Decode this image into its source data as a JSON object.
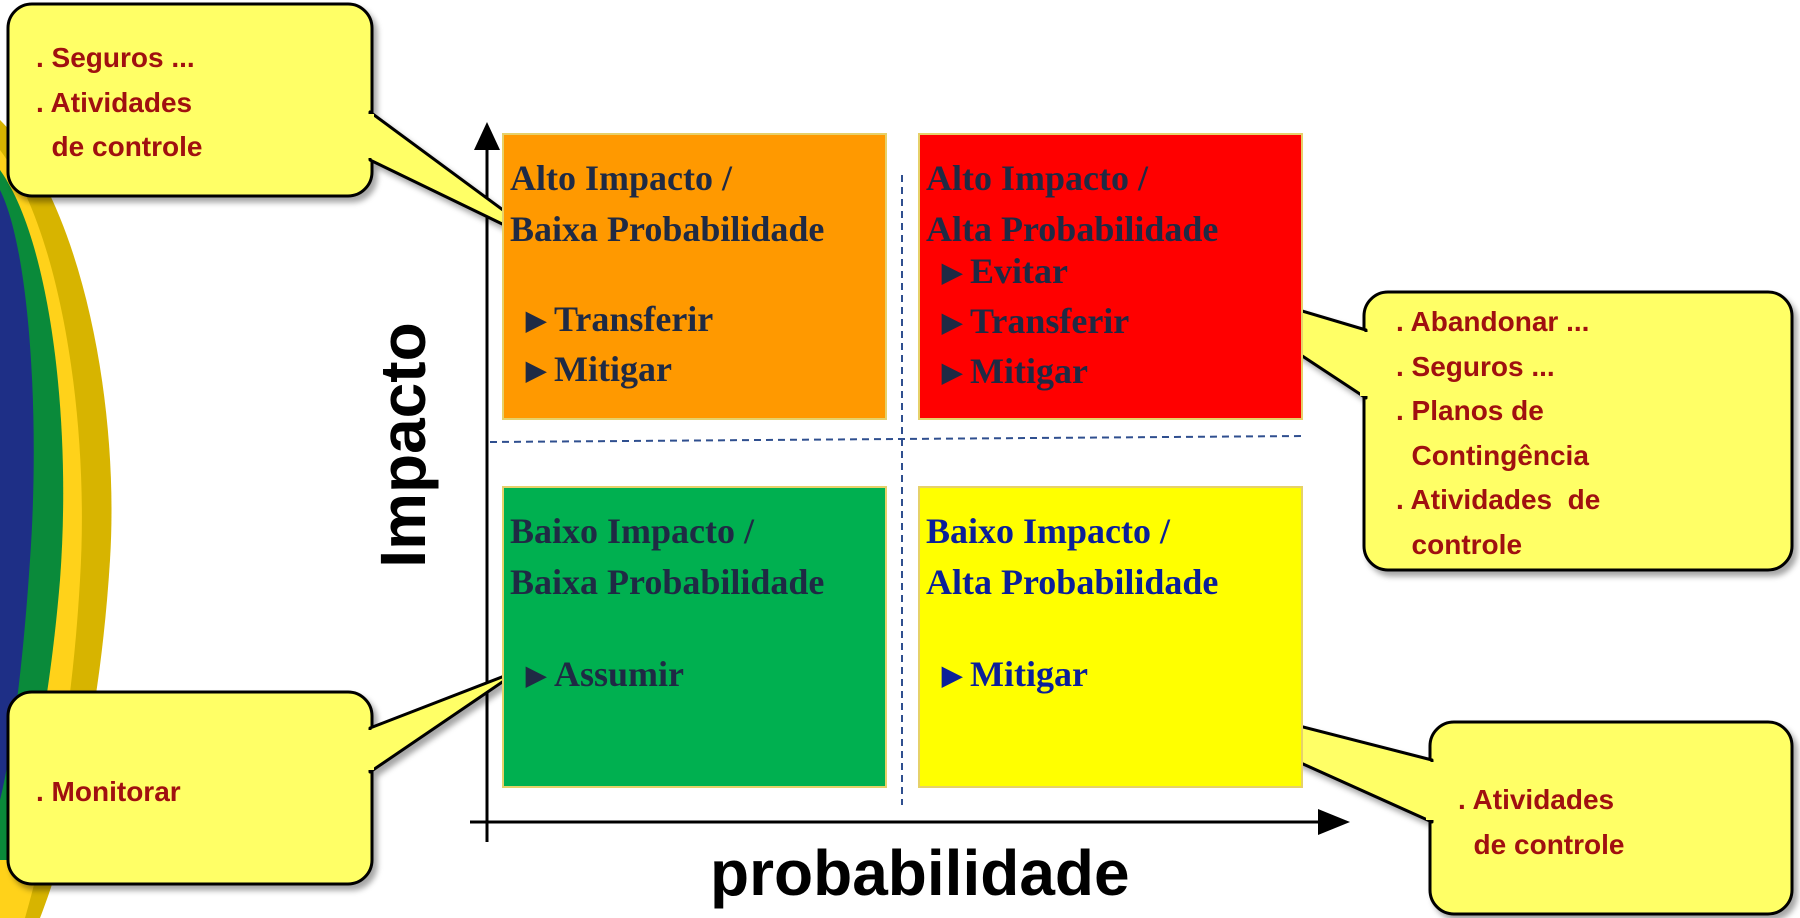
{
  "axes": {
    "y_label": "Impacto",
    "x_label": "probabilidade"
  },
  "quadrants": {
    "top_left": {
      "title_line1": "Alto Impacto /",
      "title_line2": "Baixa Probabilidade",
      "actions": [
        "Transferir",
        "Mitigar"
      ],
      "color": "#ff9900"
    },
    "top_right": {
      "title_line1": "Alto Impacto /",
      "title_line2": "Alta Probabilidade",
      "actions": [
        "Evitar",
        "Transferir",
        "Mitigar"
      ],
      "color": "#ff0000"
    },
    "bottom_left": {
      "title_line1": "Baixo Impacto /",
      "title_line2": "Baixa Probabilidade",
      "actions": [
        "Assumir"
      ],
      "color": "#00b050"
    },
    "bottom_right": {
      "title_line1": "Baixo Impacto /",
      "title_line2": "Alta Probabilidade",
      "actions": [
        "Mitigar"
      ],
      "color": "#ffff00"
    }
  },
  "callouts": {
    "top_left": [
      ". Seguros ...",
      ". Atividades",
      "  de controle"
    ],
    "right": [
      ". Abandonar ...",
      ". Seguros ...",
      ". Planos de",
      "  Contingência",
      ". Atividades  de",
      "  controle"
    ],
    "bottom_left": [
      ". Monitorar"
    ],
    "bottom_right": [
      ". Atividades",
      "  de controle"
    ]
  },
  "colors": {
    "callout_fill": "#ffff66",
    "callout_text": "#a01010",
    "divider": "#2f4f8f"
  }
}
